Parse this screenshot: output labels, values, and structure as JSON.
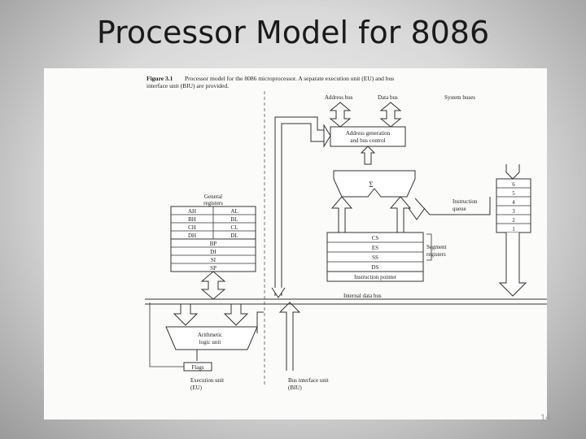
{
  "slide": {
    "title": "Processor Model for 8086",
    "page_number": "14"
  },
  "figure": {
    "caption_label": "Figure 3.1",
    "caption_line1": "Processor model for the 8086 microprocessor. A separate execution unit (EU) and bus",
    "caption_line2": "interface unit (BIU) are provided.",
    "address_bus": "Address bus",
    "data_bus": "Data bus",
    "system_buses": "System buses",
    "bus_control_line1": "Address generation",
    "bus_control_line2": "and bus control",
    "sum_symbol": "Σ",
    "general_registers_line1": "General",
    "general_registers_line2": "registers",
    "register_pairs": [
      [
        "AH",
        "AL"
      ],
      [
        "BH",
        "BL"
      ],
      [
        "CH",
        "CL"
      ],
      [
        "DH",
        "DL"
      ]
    ],
    "pointer_registers": [
      "BP",
      "DI",
      "SI",
      "SP"
    ],
    "segment_registers": [
      "CS",
      "ES",
      "SS",
      "DS"
    ],
    "instruction_pointer": "Instruction pointer",
    "segment_label_line1": "Segment",
    "segment_label_line2": "registers",
    "queue_cells": [
      "6",
      "5",
      "4",
      "3",
      "2",
      "1"
    ],
    "queue_label_line1": "Instruction",
    "queue_label_line2": "queue",
    "internal_data_bus": "Internal data bus",
    "alu_line1": "Arithmetic",
    "alu_line2": "logic unit",
    "flags": "Flags",
    "eu_line1": "Execution unit",
    "eu_line2": "(EU)",
    "biu_line1": "Bus interface unit",
    "biu_line2": "(BIU)"
  }
}
